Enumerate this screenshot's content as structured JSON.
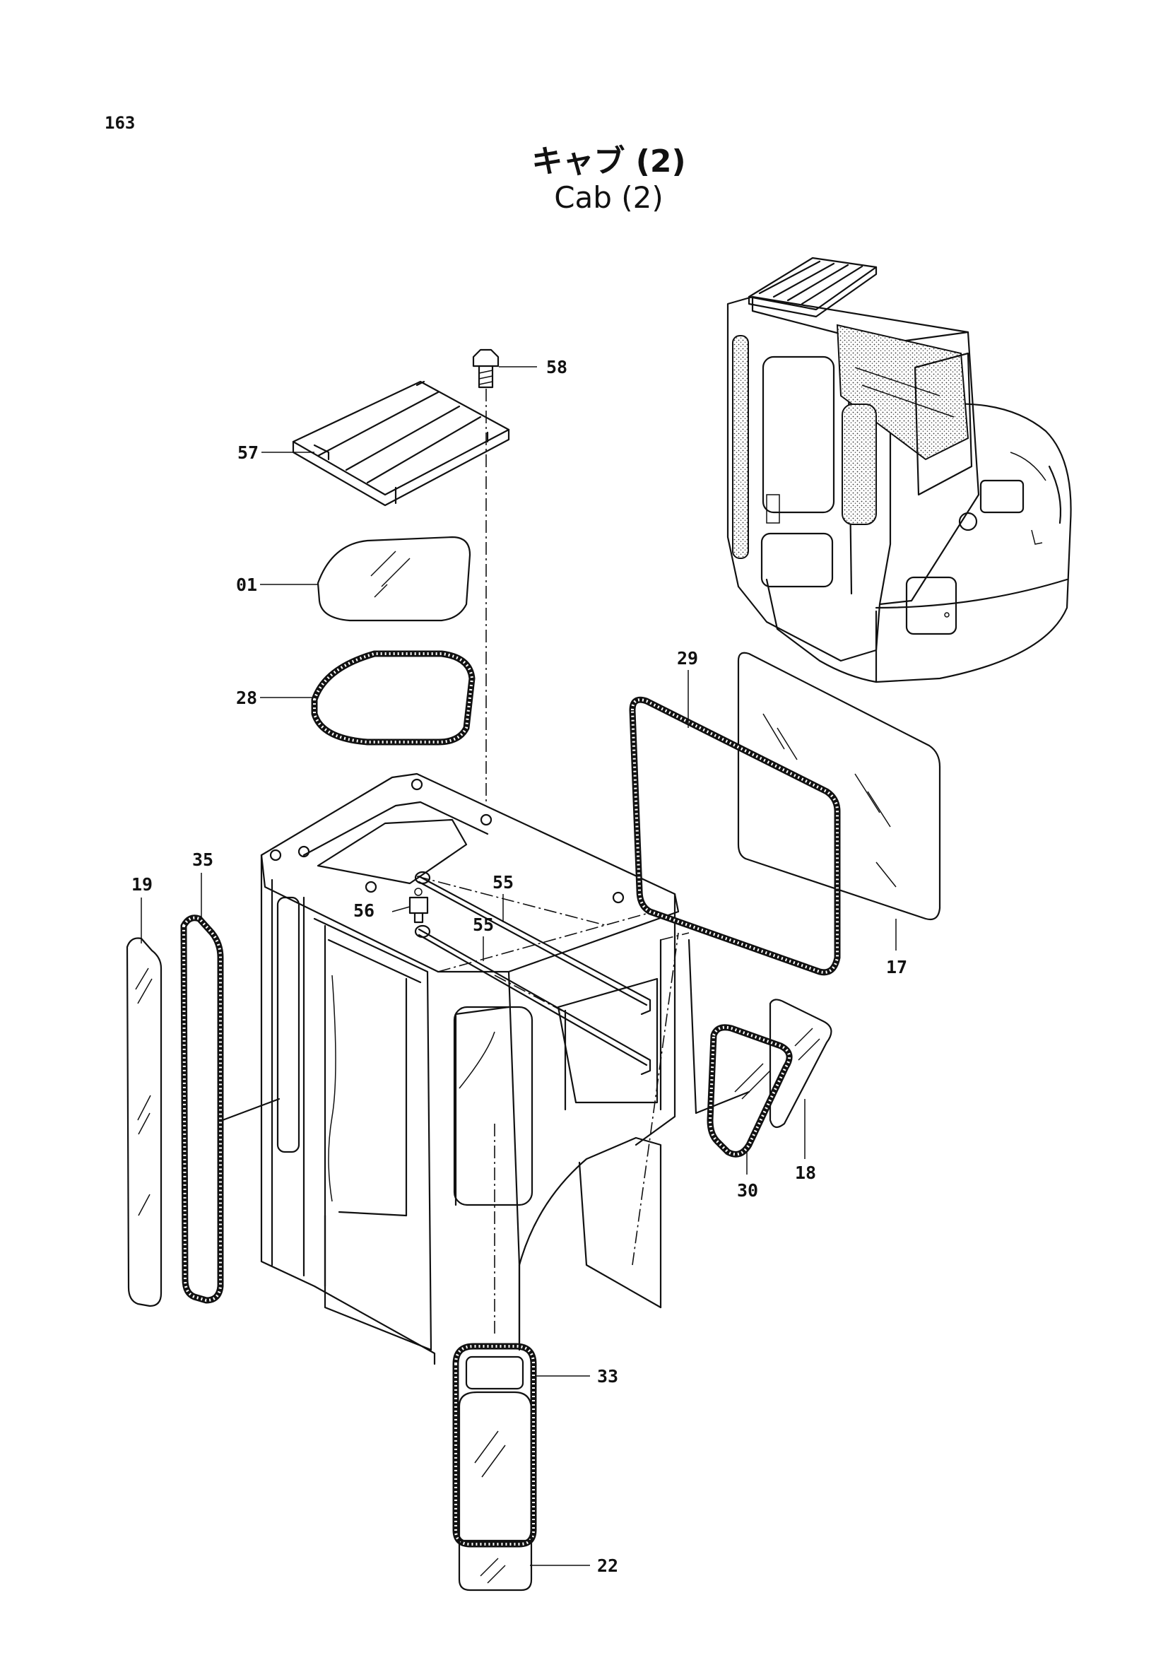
{
  "page_number": "163",
  "title_jp": "キャブ (2)",
  "title_en": "Cab (2)",
  "callouts": [
    {
      "id": "58"
    },
    {
      "id": "57"
    },
    {
      "id": "01"
    },
    {
      "id": "28"
    },
    {
      "id": "29"
    },
    {
      "id": "17"
    },
    {
      "id": "19"
    },
    {
      "id": "35"
    },
    {
      "id": "56"
    },
    {
      "id": "55a",
      "label": "55"
    },
    {
      "id": "55b",
      "label": "55"
    },
    {
      "id": "18"
    },
    {
      "id": "30"
    },
    {
      "id": "33"
    },
    {
      "id": "22"
    }
  ],
  "labels": {
    "p58": "58",
    "p57": "57",
    "p01": "01",
    "p28": "28",
    "p29": "29",
    "p17": "17",
    "p19": "19",
    "p35": "35",
    "p56": "56",
    "p55a": "55",
    "p55b": "55",
    "p18": "18",
    "p30": "30",
    "p33": "33",
    "p22": "22"
  }
}
